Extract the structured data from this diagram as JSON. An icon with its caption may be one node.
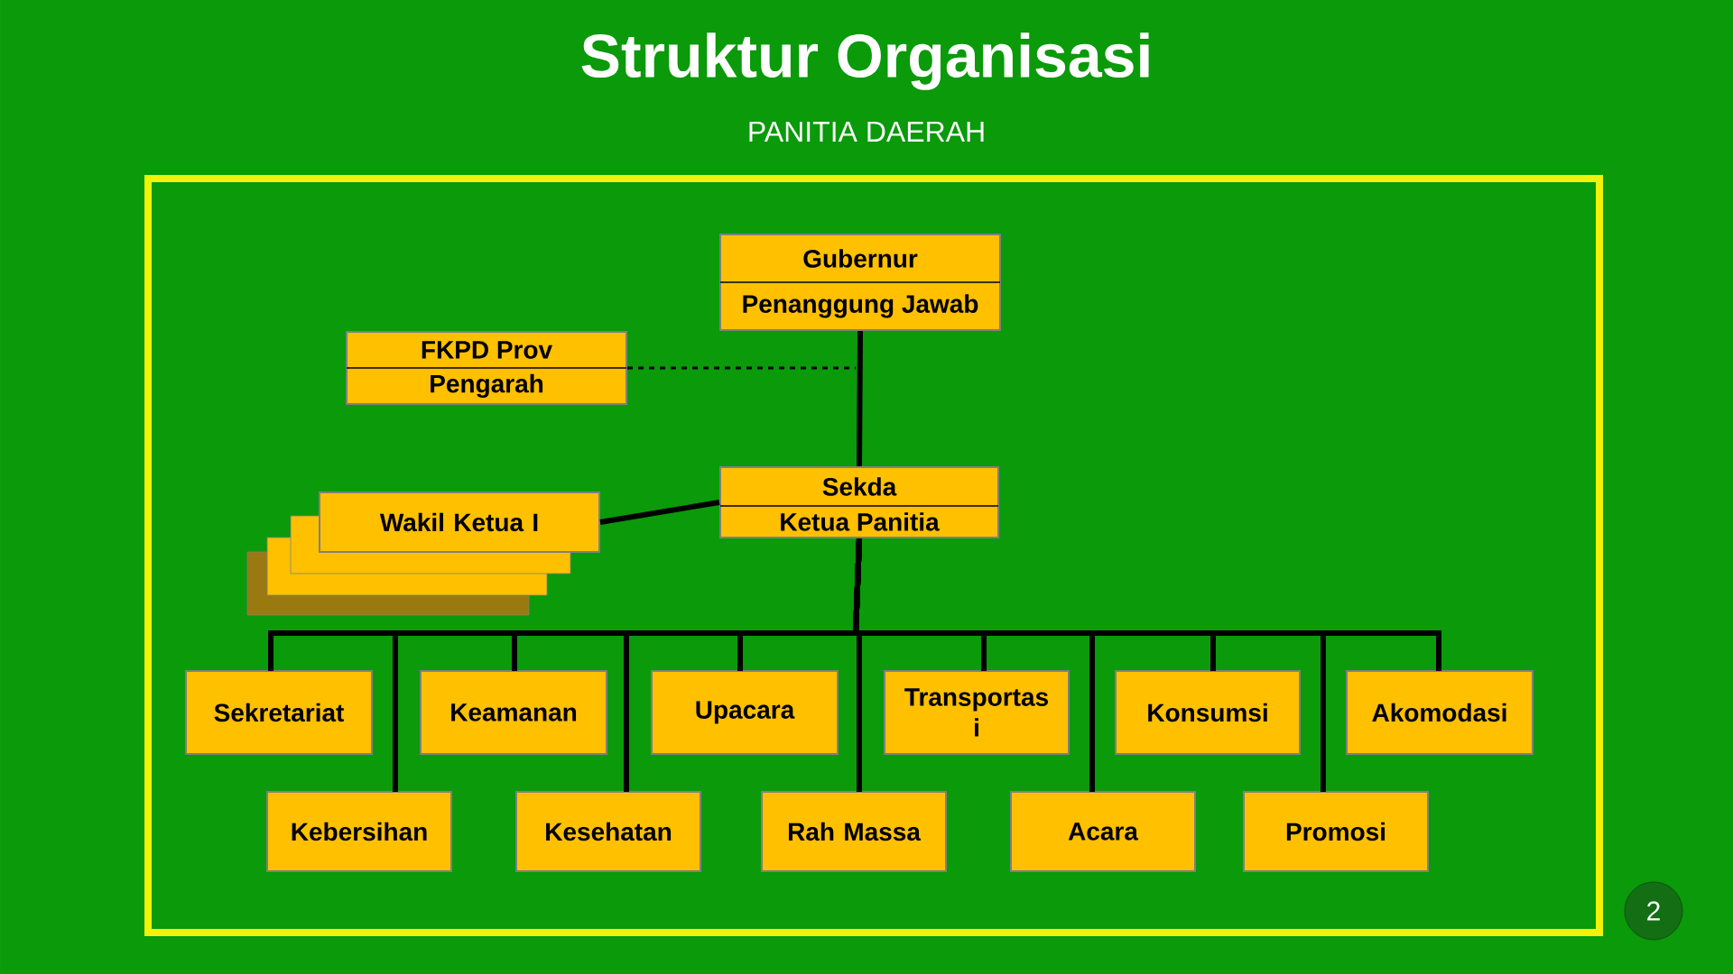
{
  "diagram": {
    "title": "Struktur Organisasi",
    "nodes": [
      {
        "text": [
          "Gubernur",
          "Penanggung Jawab"
        ]
      },
      {
        "text": [
          "FKPD Prov",
          "Pengarah"
        ]
      },
      {
        "text": [
          "Wakil Ketua I"
        ]
      },
      {
        "text": [
          "Sekda",
          "Ketua Panitia"
        ]
      },
      {
        "text": [
          "Sekretariat"
        ]
      },
      {
        "text": [
          "Keamanan"
        ]
      },
      {
        "text": [
          "Upacara"
        ]
      },
      {
        "text": [
          "Transportas i"
        ]
      },
      {
        "text": [
          "Konsumsi"
        ]
      },
      {
        "text": [
          "Akomodasi"
        ]
      },
      {
        "text": [
          "Kebersihan"
        ]
      },
      {
        "text": [
          "Kesehatan"
        ]
      },
      {
        "text": [
          "Rah Massa"
        ]
      },
      {
        "text": [
          "Acara"
        ]
      },
      {
        "text": [
          "Promosi"
        ]
      }
    ],
    "edges": [
      {
        "from": 0,
        "to": 3,
        "arrow": "none"
      },
      {
        "from": 1,
        "to": 0,
        "arrow": "none",
        "style": "dashed"
      },
      {
        "from": 2,
        "to": 3,
        "arrow": "none"
      },
      {
        "from": 3,
        "to": 4,
        "arrow": "none"
      },
      {
        "from": 3,
        "to": 5,
        "arrow": "none"
      },
      {
        "from": 3,
        "to": 6,
        "arrow": "none"
      },
      {
        "from": 3,
        "to": 7,
        "arrow": "none"
      },
      {
        "from": 3,
        "to": 8,
        "arrow": "none"
      },
      {
        "from": 3,
        "to": 9,
        "arrow": "none"
      },
      {
        "from": 3,
        "to": 10,
        "arrow": "none"
      },
      {
        "from": 3,
        "to": 11,
        "arrow": "none"
      },
      {
        "from": 3,
        "to": 12,
        "arrow": "none"
      },
      {
        "from": 3,
        "to": 13,
        "arrow": "none"
      },
      {
        "from": 3,
        "to": 14,
        "arrow": "none"
      }
    ],
    "labels": [
      "PANITIA DAERAH",
      "2"
    ]
  }
}
